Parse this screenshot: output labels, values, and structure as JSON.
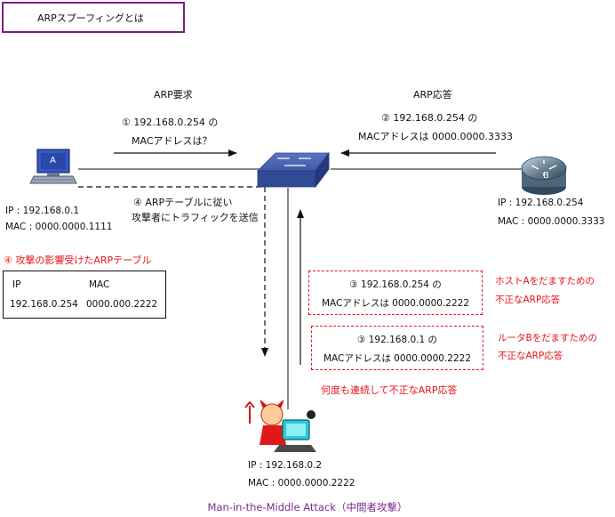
{
  "title": "ARPスプーフィングとは",
  "request": {
    "heading": "ARP要求",
    "line1": "①  192.168.0.254 の",
    "line2": "MACアドレスは？"
  },
  "reply": {
    "heading": "ARP応答",
    "line1": "②  192.168.0.254 の",
    "line2": "MACアドレスは 0000.0000.3333"
  },
  "step4": {
    "line1": "④  ARPテーブルに従い",
    "line2": "攻撃者にトラフィックを送信"
  },
  "host_a": {
    "label": "A",
    "ip": "IP : 192.168.0.1",
    "mac": "MAC : 0000.0000.1111"
  },
  "router_b": {
    "label": "B",
    "ip": "IP : 192.168.0.254",
    "mac": "MAC : 0000.0000.3333"
  },
  "attacker": {
    "ip": "IP : 192.168.0.2",
    "mac": "MAC : 0000.0000.2222"
  },
  "table": {
    "heading": "④ 攻撃の影響受けたARPテーブル",
    "col_ip": "IP",
    "col_mac": "MAC",
    "row_ip": "192.168.0.254",
    "row_mac": "0000.000.2222"
  },
  "fake1": {
    "line1": "③  192.168.0.254 の",
    "line2": "MACアドレスは 0000.0000.2222",
    "note1": "ホストAをだますための",
    "note2": "不正なARP応答"
  },
  "fake2": {
    "line1": "③  192.168.0.1 の",
    "line2": "MACアドレスは 0000.0000.2222",
    "note1": "ルータBをだますための",
    "note2": "不正なARP応答"
  },
  "repeat_note": "何度も連続して不正なARP応答",
  "caption": "Man-in-the-Middle Attack（中間者攻撃）",
  "colors": {
    "accent_purple": "#7b1f87",
    "warning_red": "#e8141a",
    "switch_blue": "#3f58a8"
  }
}
